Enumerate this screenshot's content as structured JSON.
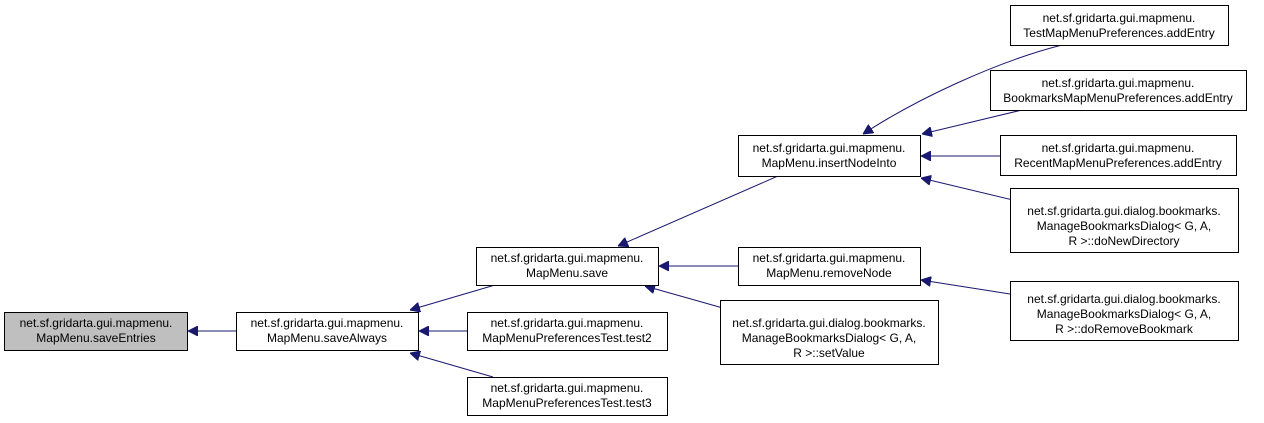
{
  "edge_color": "#191970",
  "current_fill": "#bfbfbf",
  "nodes": {
    "saveEntries": [
      "net.sf.gridarta.gui.mapmenu.",
      "MapMenu.saveEntries"
    ],
    "saveAlways": [
      "net.sf.gridarta.gui.mapmenu.",
      "MapMenu.saveAlways"
    ],
    "save": [
      "net.sf.gridarta.gui.mapmenu.",
      "MapMenu.save"
    ],
    "test2": [
      "net.sf.gridarta.gui.mapmenu.",
      "MapMenuPreferencesTest.test2"
    ],
    "test3": [
      "net.sf.gridarta.gui.mapmenu.",
      "MapMenuPreferencesTest.test3"
    ],
    "insertNodeInto": [
      "net.sf.gridarta.gui.mapmenu.",
      "MapMenu.insertNodeInto"
    ],
    "removeNode": [
      "net.sf.gridarta.gui.mapmenu.",
      "MapMenu.removeNode"
    ],
    "setValue": [
      "net.sf.gridarta.gui.dialog.bookmarks.",
      "ManageBookmarksDialog< G, A,",
      "R >::setValue"
    ],
    "testAddEntry": [
      "net.sf.gridarta.gui.mapmenu.",
      "TestMapMenuPreferences.addEntry"
    ],
    "bookmarksAddEntry": [
      "net.sf.gridarta.gui.mapmenu.",
      "BookmarksMapMenuPreferences.addEntry"
    ],
    "recentAddEntry": [
      "net.sf.gridarta.gui.mapmenu.",
      "RecentMapMenuPreferences.addEntry"
    ],
    "doNewDirectory": [
      "net.sf.gridarta.gui.dialog.bookmarks.",
      "ManageBookmarksDialog< G, A,",
      "R >::doNewDirectory"
    ],
    "doRemoveBookmark": [
      "net.sf.gridarta.gui.dialog.bookmarks.",
      "ManageBookmarksDialog< G, A,",
      "R >::doRemoveBookmark"
    ]
  }
}
